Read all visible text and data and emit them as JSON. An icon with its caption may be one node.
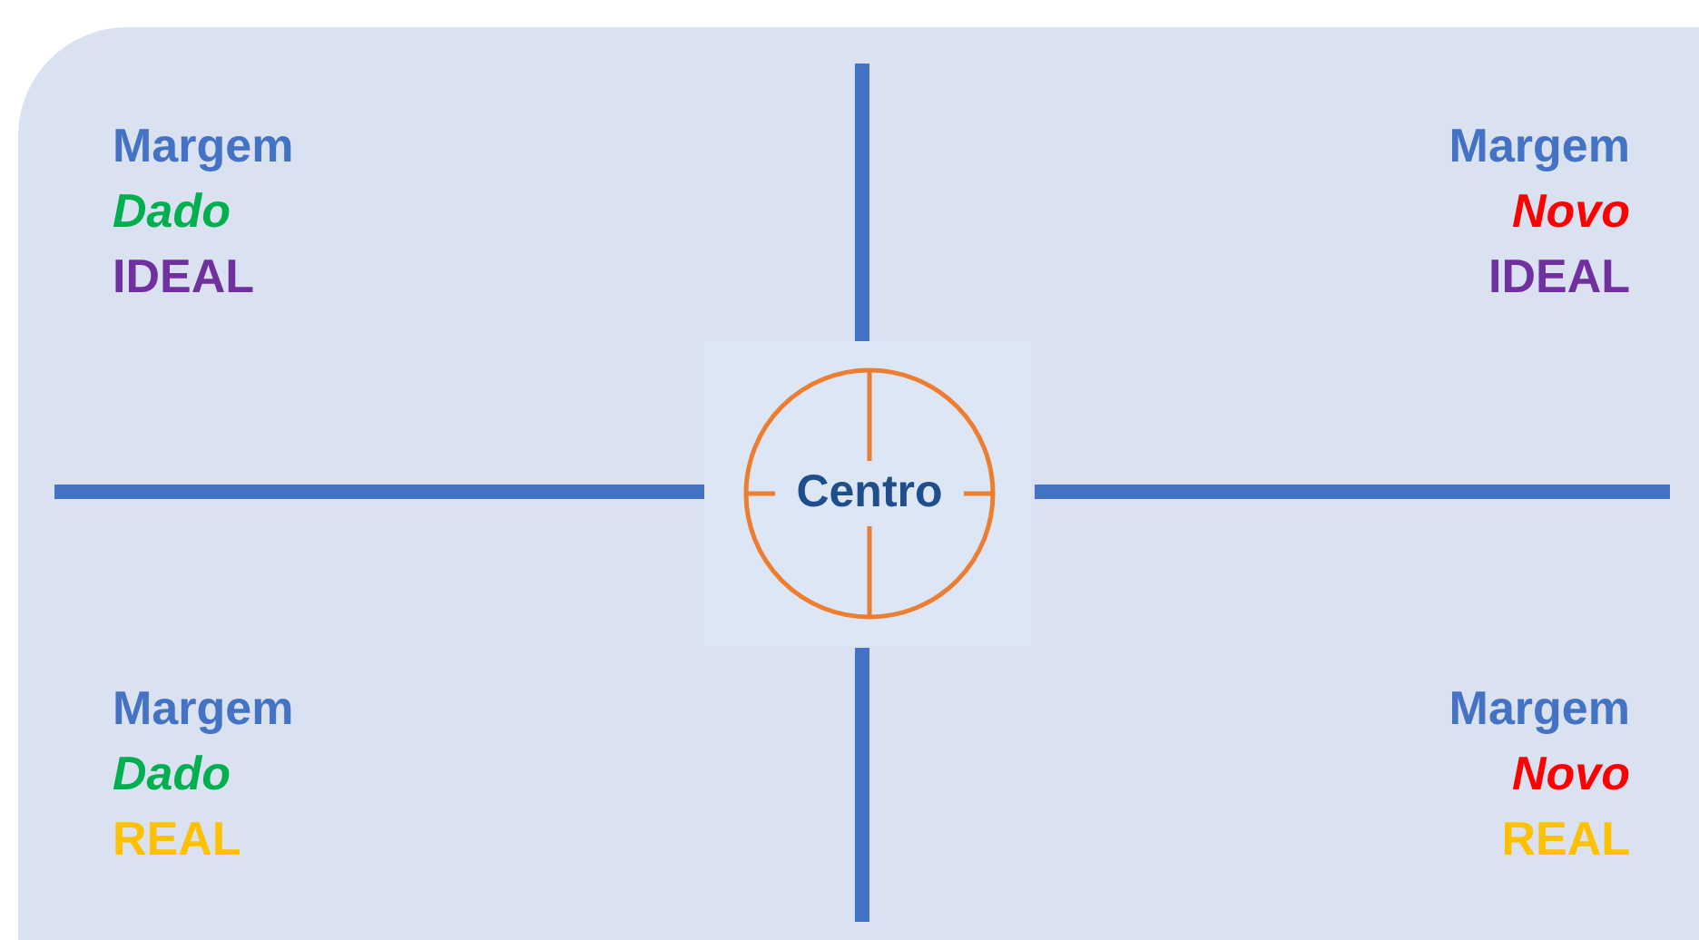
{
  "diagram": {
    "nodes": [
      {
        "text": [
          "Centro"
        ]
      }
    ],
    "labels": [
      "Margem",
      "Dado",
      "IDEAL",
      "Margem",
      "Novo",
      "IDEAL",
      "Margem",
      "Dado",
      "REAL",
      "Margem",
      "Novo",
      "REAL"
    ]
  }
}
